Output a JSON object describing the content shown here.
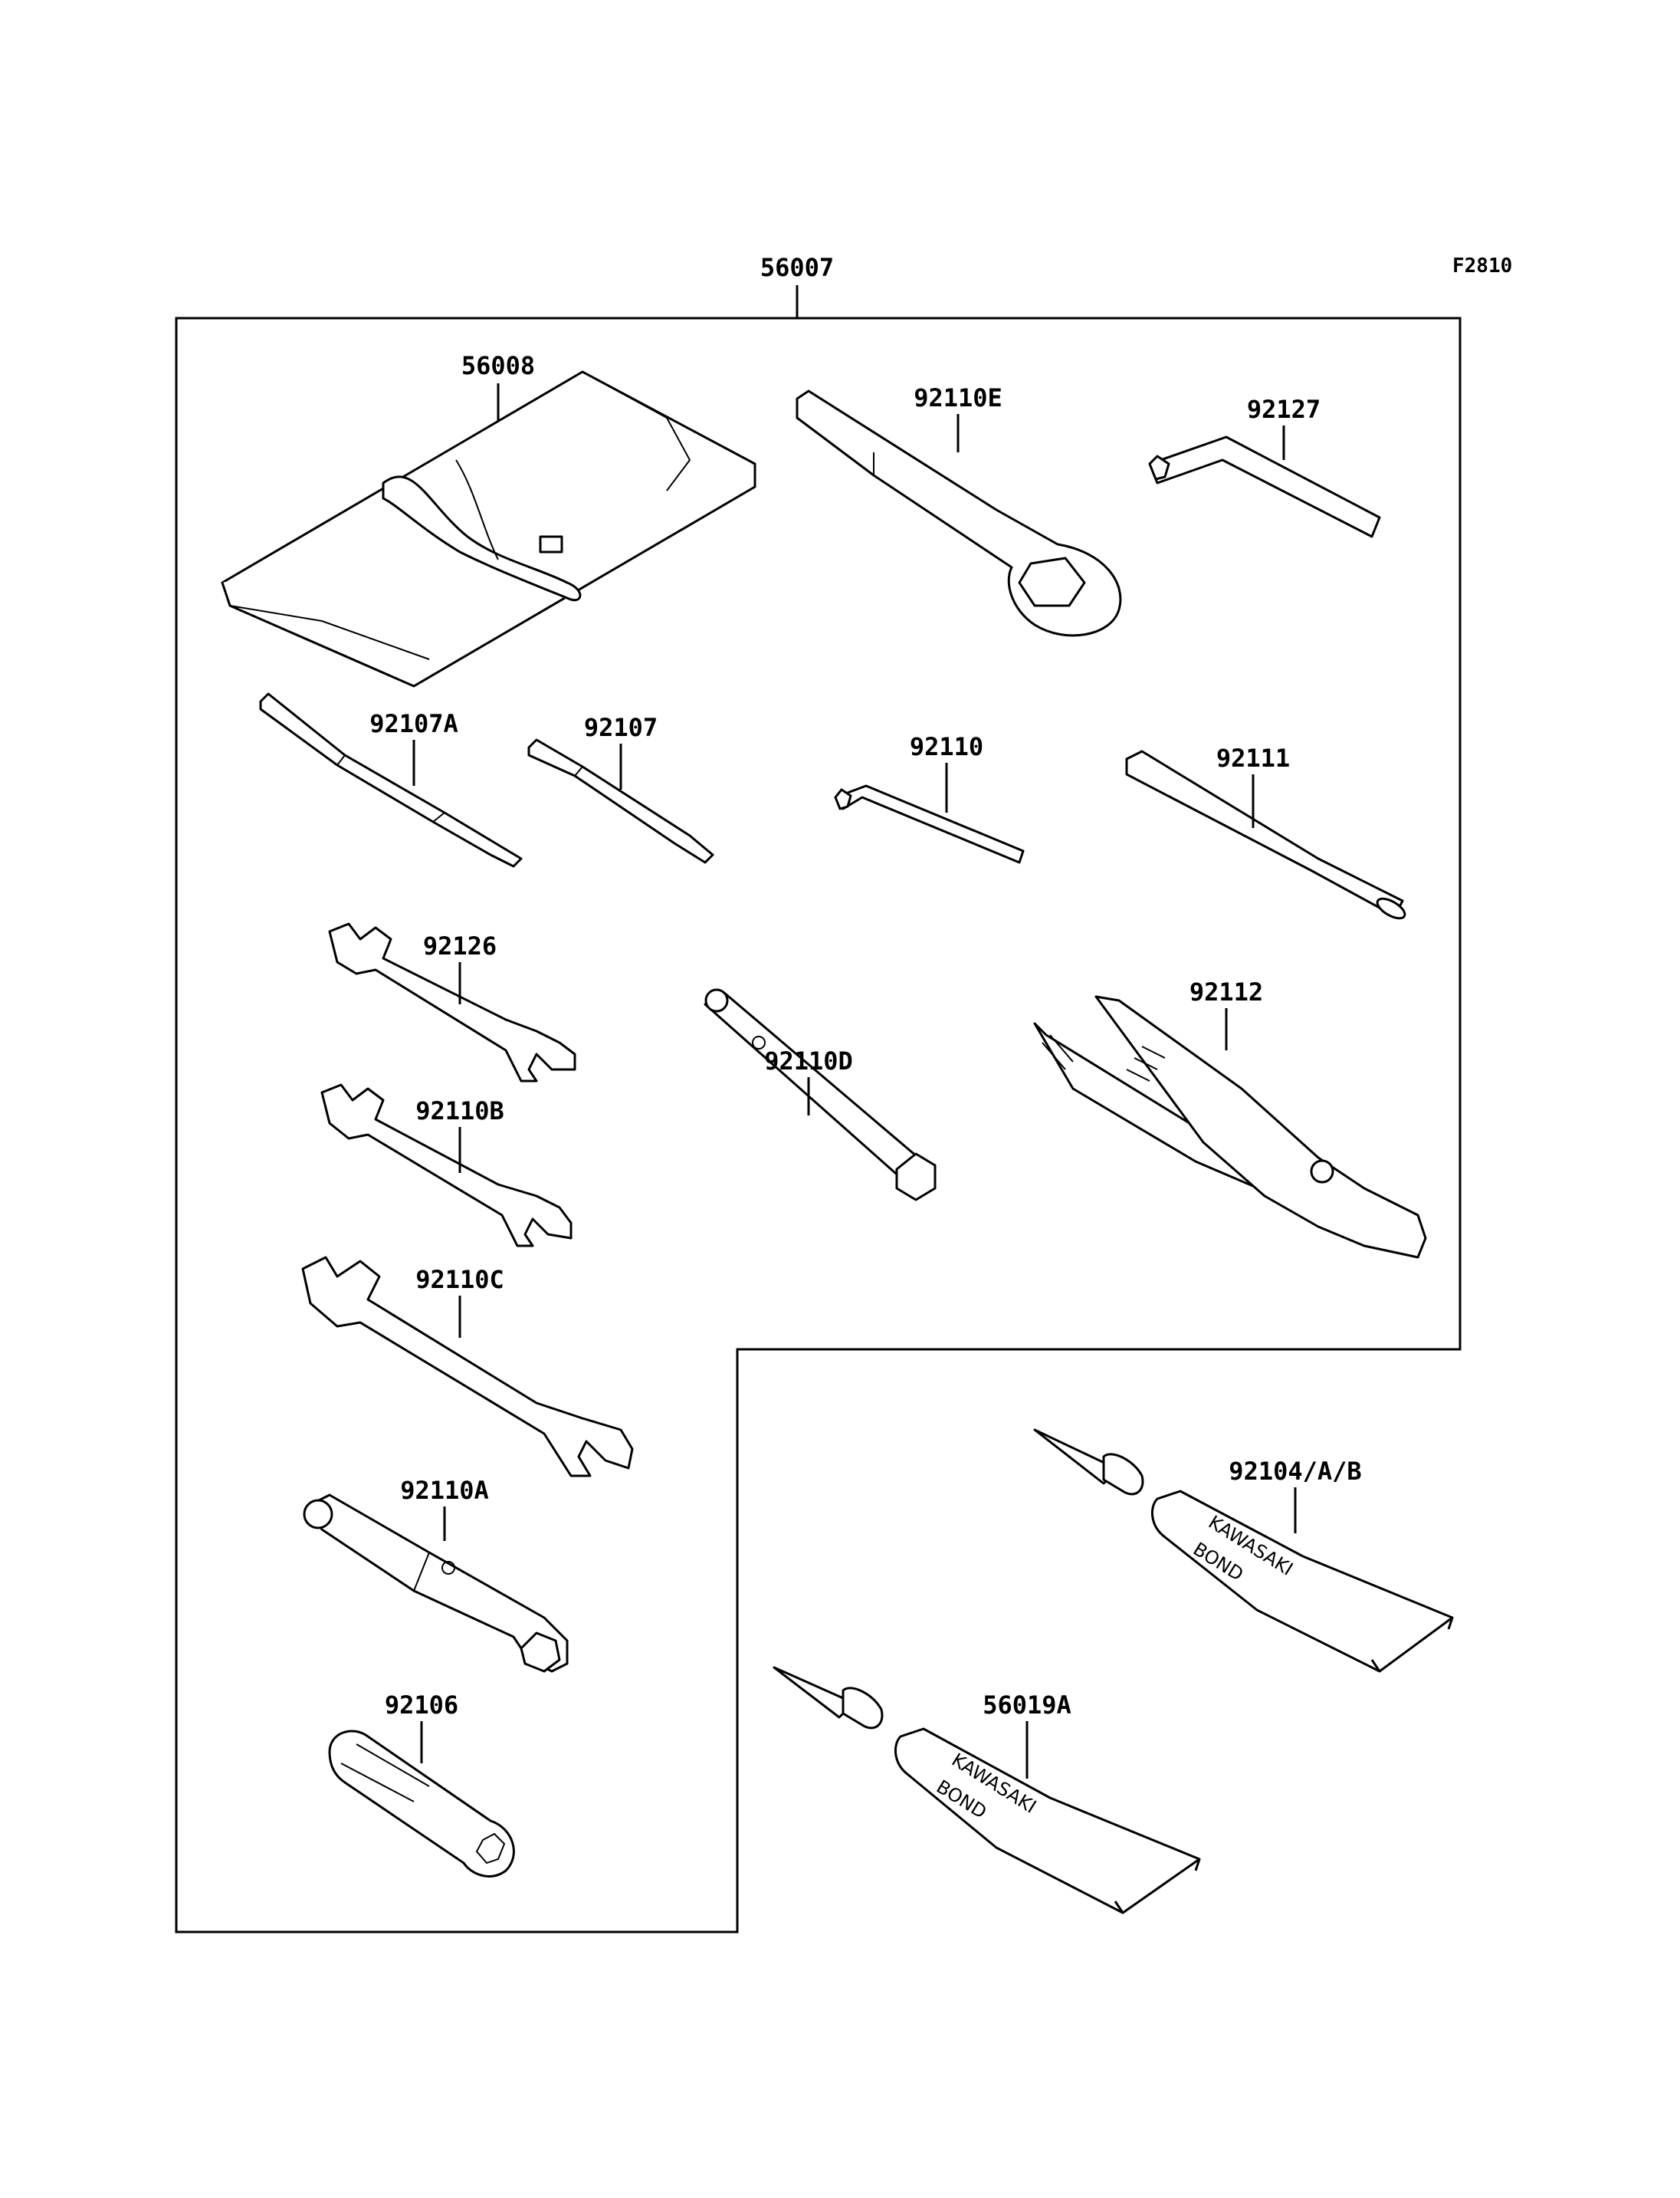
{
  "figure_code": "F2810",
  "parts": {
    "kit": "56007",
    "tool_bag": "56008",
    "ring_wrench": "92110E",
    "hex_key_large": "92127",
    "screwdriver_double": "92107A",
    "screwdriver_bit": "92107",
    "hex_key_small": "92110",
    "extension_bar": "92111",
    "wrench_small": "92126",
    "plug_wrench": "92110D",
    "pliers": "92112",
    "wrench_medium": "92110B",
    "wrench_large": "92110C",
    "socket_wrench": "92110A",
    "screwdriver_grip": "92106",
    "bond_tube_upper": "92104/A/B",
    "bond_tube_lower": "56019A"
  },
  "tube_print": {
    "brand": "KAWASAKI",
    "product": "BOND"
  }
}
